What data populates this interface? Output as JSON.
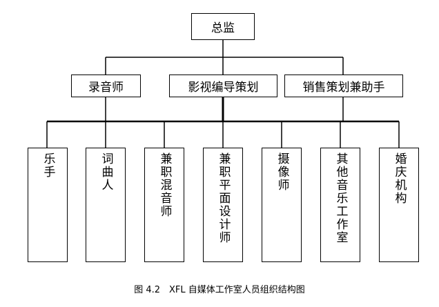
{
  "root": {
    "label": "总监"
  },
  "managers": [
    {
      "label": "录音师"
    },
    {
      "label": "影视编导策划"
    },
    {
      "label": "销售策划兼助手"
    }
  ],
  "staff": [
    {
      "label": "乐手"
    },
    {
      "label": "词曲人"
    },
    {
      "label": "兼职混音师"
    },
    {
      "label": "兼职平面设计师"
    },
    {
      "label": "摄像师"
    },
    {
      "label": "其他音乐工作室"
    },
    {
      "label": "婚庆机构"
    }
  ],
  "caption": "图 4.2　XFL 自媒体工作室人员组织结构图"
}
